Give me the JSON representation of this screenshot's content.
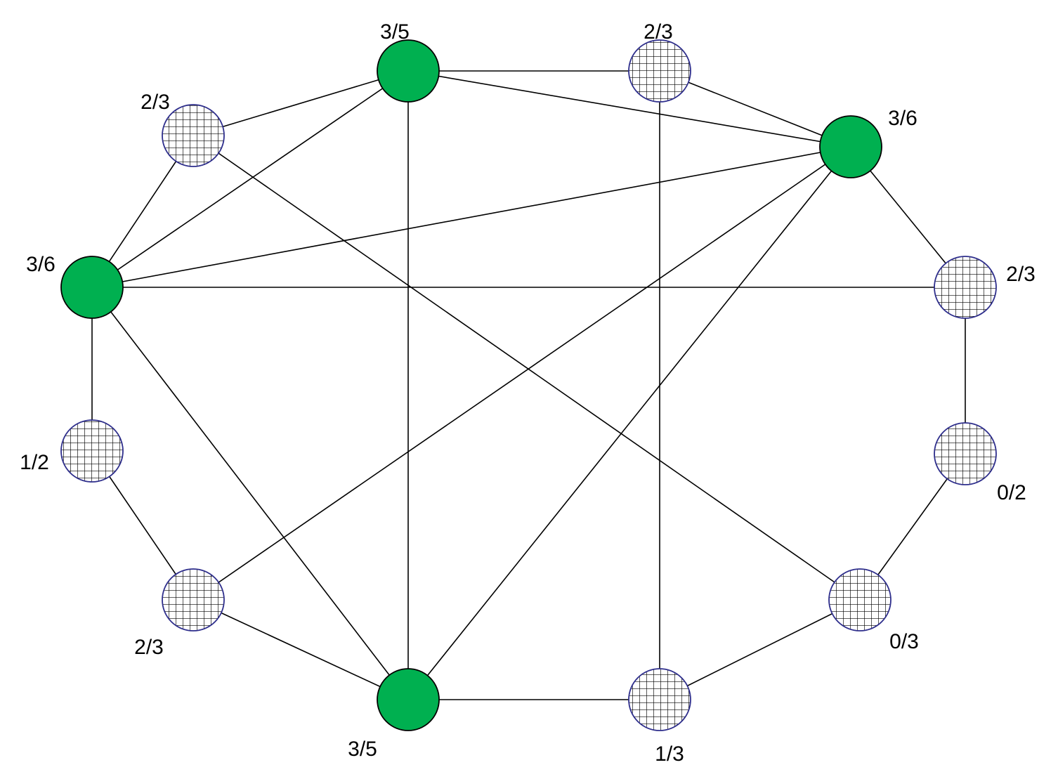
{
  "colors": {
    "green_fill": "#00b050",
    "hatch_stroke": "#2e2e8c",
    "grid_line": "#000000",
    "edge": "#000000"
  },
  "nodes": [
    {
      "id": "n0",
      "label": "3/5",
      "style": "green"
    },
    {
      "id": "n1",
      "label": "2/3",
      "style": "grid"
    },
    {
      "id": "n2",
      "label": "3/6",
      "style": "green"
    },
    {
      "id": "n3",
      "label": "2/3",
      "style": "grid"
    },
    {
      "id": "n4",
      "label": "0/2",
      "style": "grid"
    },
    {
      "id": "n5",
      "label": "0/3",
      "style": "grid"
    },
    {
      "id": "n6",
      "label": "1/3",
      "style": "grid"
    },
    {
      "id": "n7",
      "label": "3/5",
      "style": "green"
    },
    {
      "id": "n8",
      "label": "2/3",
      "style": "grid"
    },
    {
      "id": "n9",
      "label": "1/2",
      "style": "grid"
    },
    {
      "id": "n10",
      "label": "3/6",
      "style": "green"
    },
    {
      "id": "n11",
      "label": "2/3",
      "style": "grid"
    }
  ],
  "edges": [
    [
      "n0",
      "n1"
    ],
    [
      "n1",
      "n2"
    ],
    [
      "n2",
      "n3"
    ],
    [
      "n3",
      "n4"
    ],
    [
      "n4",
      "n5"
    ],
    [
      "n5",
      "n6"
    ],
    [
      "n6",
      "n7"
    ],
    [
      "n7",
      "n8"
    ],
    [
      "n8",
      "n9"
    ],
    [
      "n9",
      "n10"
    ],
    [
      "n10",
      "n11"
    ],
    [
      "n11",
      "n0"
    ],
    [
      "n0",
      "n2"
    ],
    [
      "n0",
      "n7"
    ],
    [
      "n0",
      "n10"
    ],
    [
      "n2",
      "n10"
    ],
    [
      "n2",
      "n8"
    ],
    [
      "n2",
      "n7"
    ],
    [
      "n10",
      "n3"
    ],
    [
      "n10",
      "n7"
    ],
    [
      "n11",
      "n5"
    ],
    [
      "n1",
      "n6"
    ]
  ]
}
